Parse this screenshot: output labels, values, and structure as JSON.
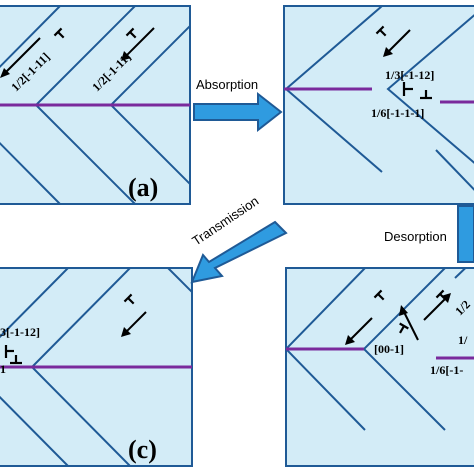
{
  "colors": {
    "panel_fill": "#d3ecf7",
    "panel_border": "#1f5a96",
    "glide_line": "#1f5a96",
    "twin_boundary": "#7a2a9c",
    "big_arrow_fill": "#2f9be0",
    "big_arrow_stroke": "#1f5a96",
    "symbol": "#000000"
  },
  "panel_a": {
    "label": "(a)",
    "burgers_1": "1/2[-1-11]",
    "burgers_2": "1/2[-1-11]"
  },
  "panel_b": {
    "burgers_1": "1/3[-1-12]",
    "burgers_2": "1/6[-1-1-1]"
  },
  "panel_c": {
    "label": "(c)",
    "burgers_1": "3[-1-12]",
    "burgers_2": "1"
  },
  "panel_d": {
    "burgers_1": "[00-1]",
    "burgers_2": "1/2",
    "burgers_3": "1/",
    "burgers_4": "1/6[-1-"
  },
  "steps": {
    "absorption": "Absorption",
    "desorption": "Desorption",
    "transmission": "Transmission"
  }
}
